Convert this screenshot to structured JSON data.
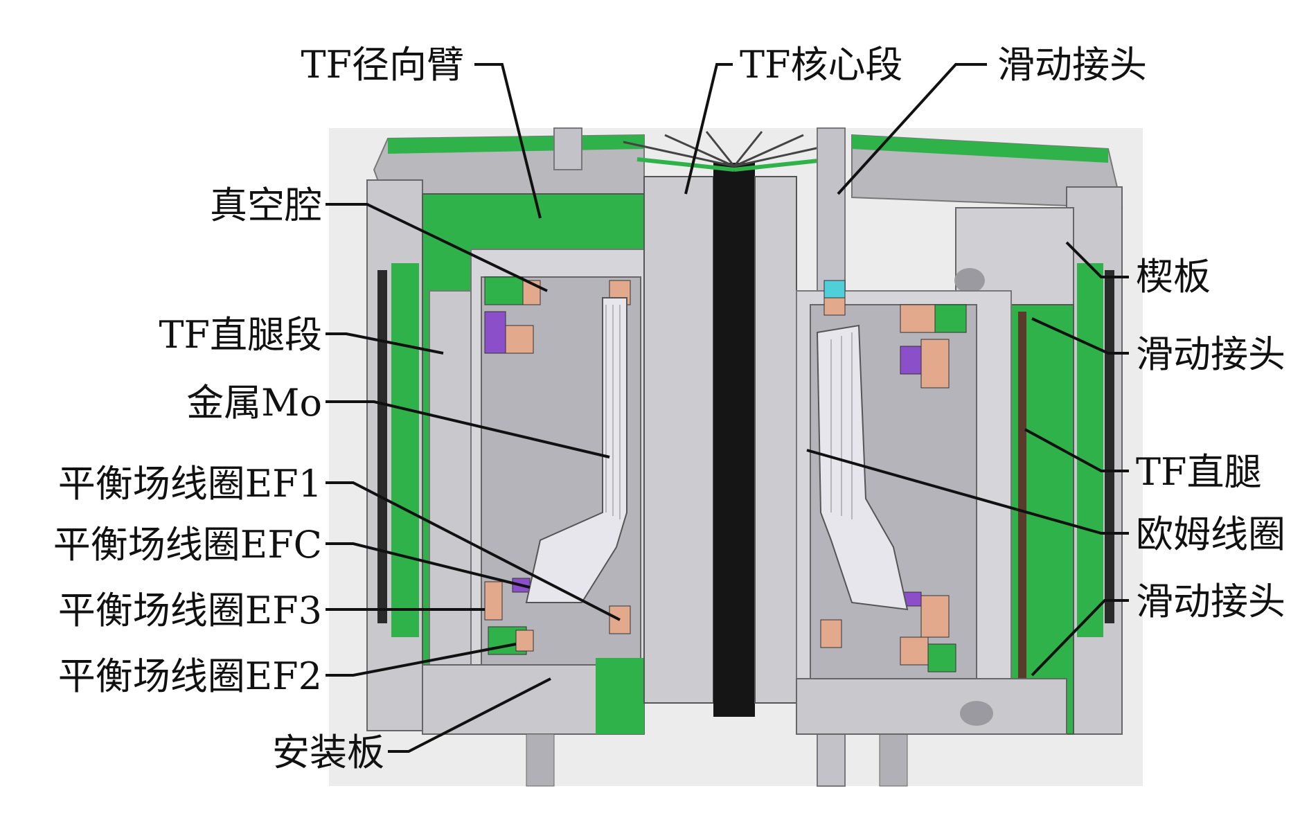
{
  "labels": {
    "tf_radial_arm": "TF径向臂",
    "tf_core_segment": "TF核心段",
    "sliding_joint_top": "滑动接头",
    "vacuum_chamber": "真空腔",
    "wedge_plate": "楔板",
    "tf_straight_leg_segment": "TF直腿段",
    "sliding_joint_right": "滑动接头",
    "metal_mo": "金属Mo",
    "ef1": "平衡场线圈EF1",
    "tf_straight_leg": "TF直腿",
    "efc": "平衡场线圈EFC",
    "ohmic_coil": "欧姆线圈",
    "ef3": "平衡场线圈EF3",
    "sliding_joint_bottom": "滑动接头",
    "ef2": "平衡场线圈EF2",
    "mounting_plate": "安装板"
  },
  "colors": {
    "coil_green": "#2fb24a",
    "steel_gray": "#c9c9cd",
    "dark_gray": "#8a8a90",
    "copper": "#e3a98c",
    "purple": "#8b4fc9",
    "cyan": "#4fd0d8",
    "black_core": "#151515",
    "background_panel": "#ececec"
  }
}
